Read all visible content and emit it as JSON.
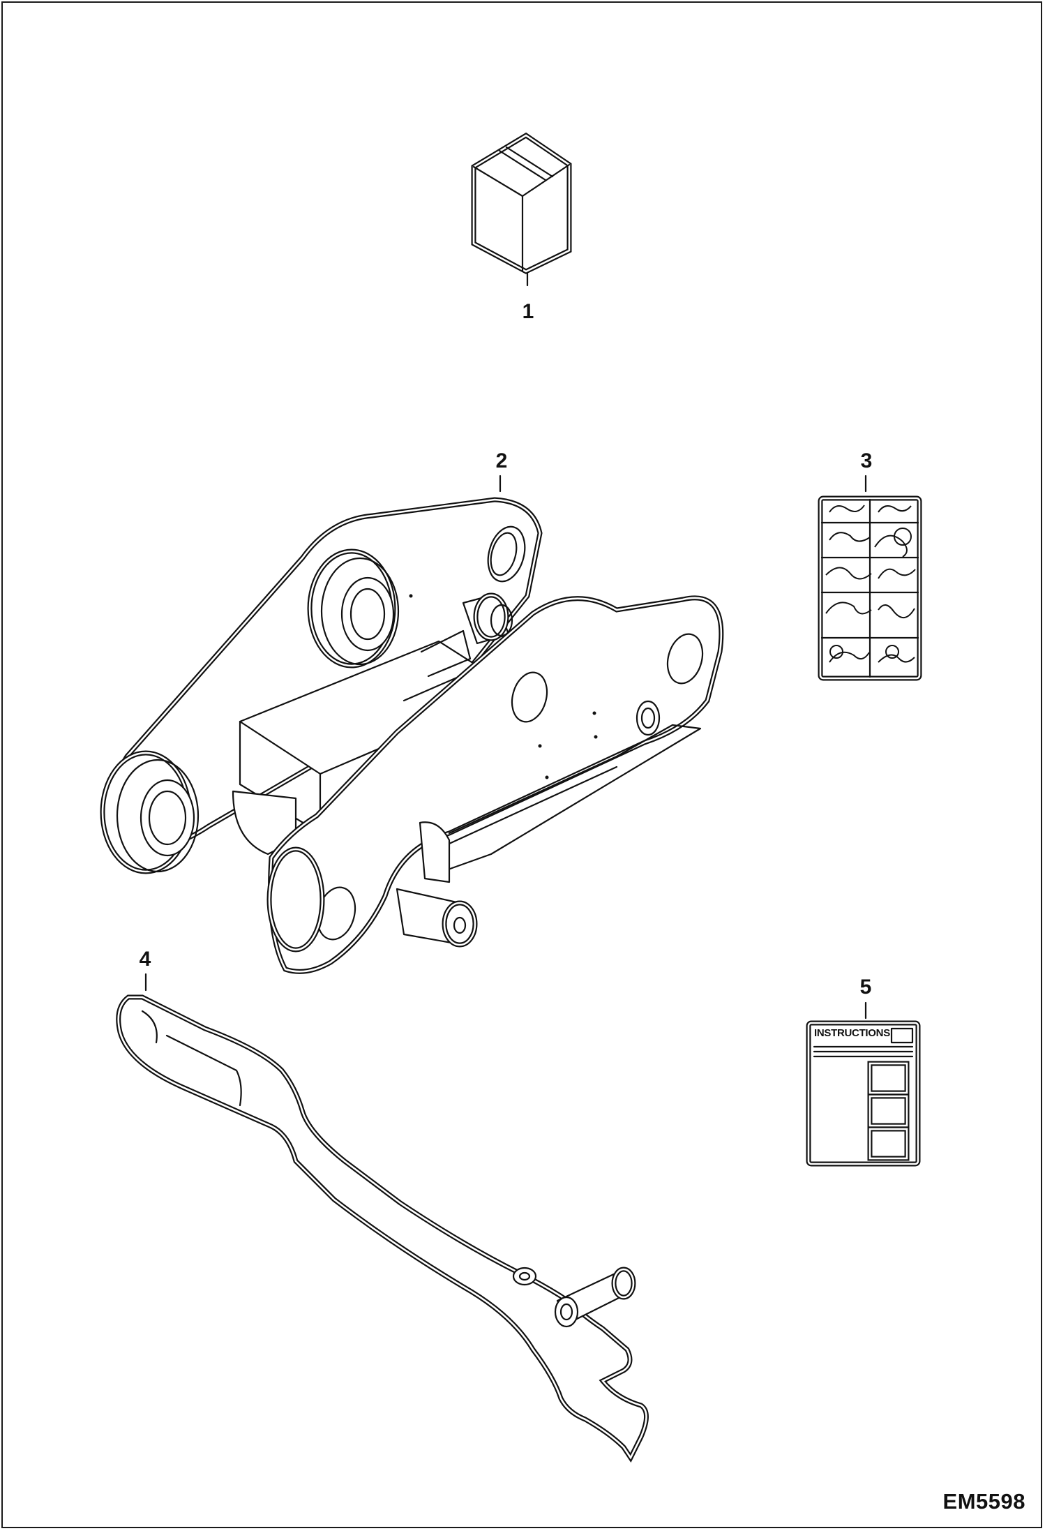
{
  "callouts": [
    {
      "id": "1",
      "part": "kit-box"
    },
    {
      "id": "2",
      "part": "coupler-frame"
    },
    {
      "id": "3",
      "part": "pictorial-decal"
    },
    {
      "id": "4",
      "part": "release-lever"
    },
    {
      "id": "5",
      "part": "instruction-decal"
    }
  ],
  "decal_5": {
    "header_text": "INSTRUCTIONS"
  },
  "figure_id": "EM5598"
}
